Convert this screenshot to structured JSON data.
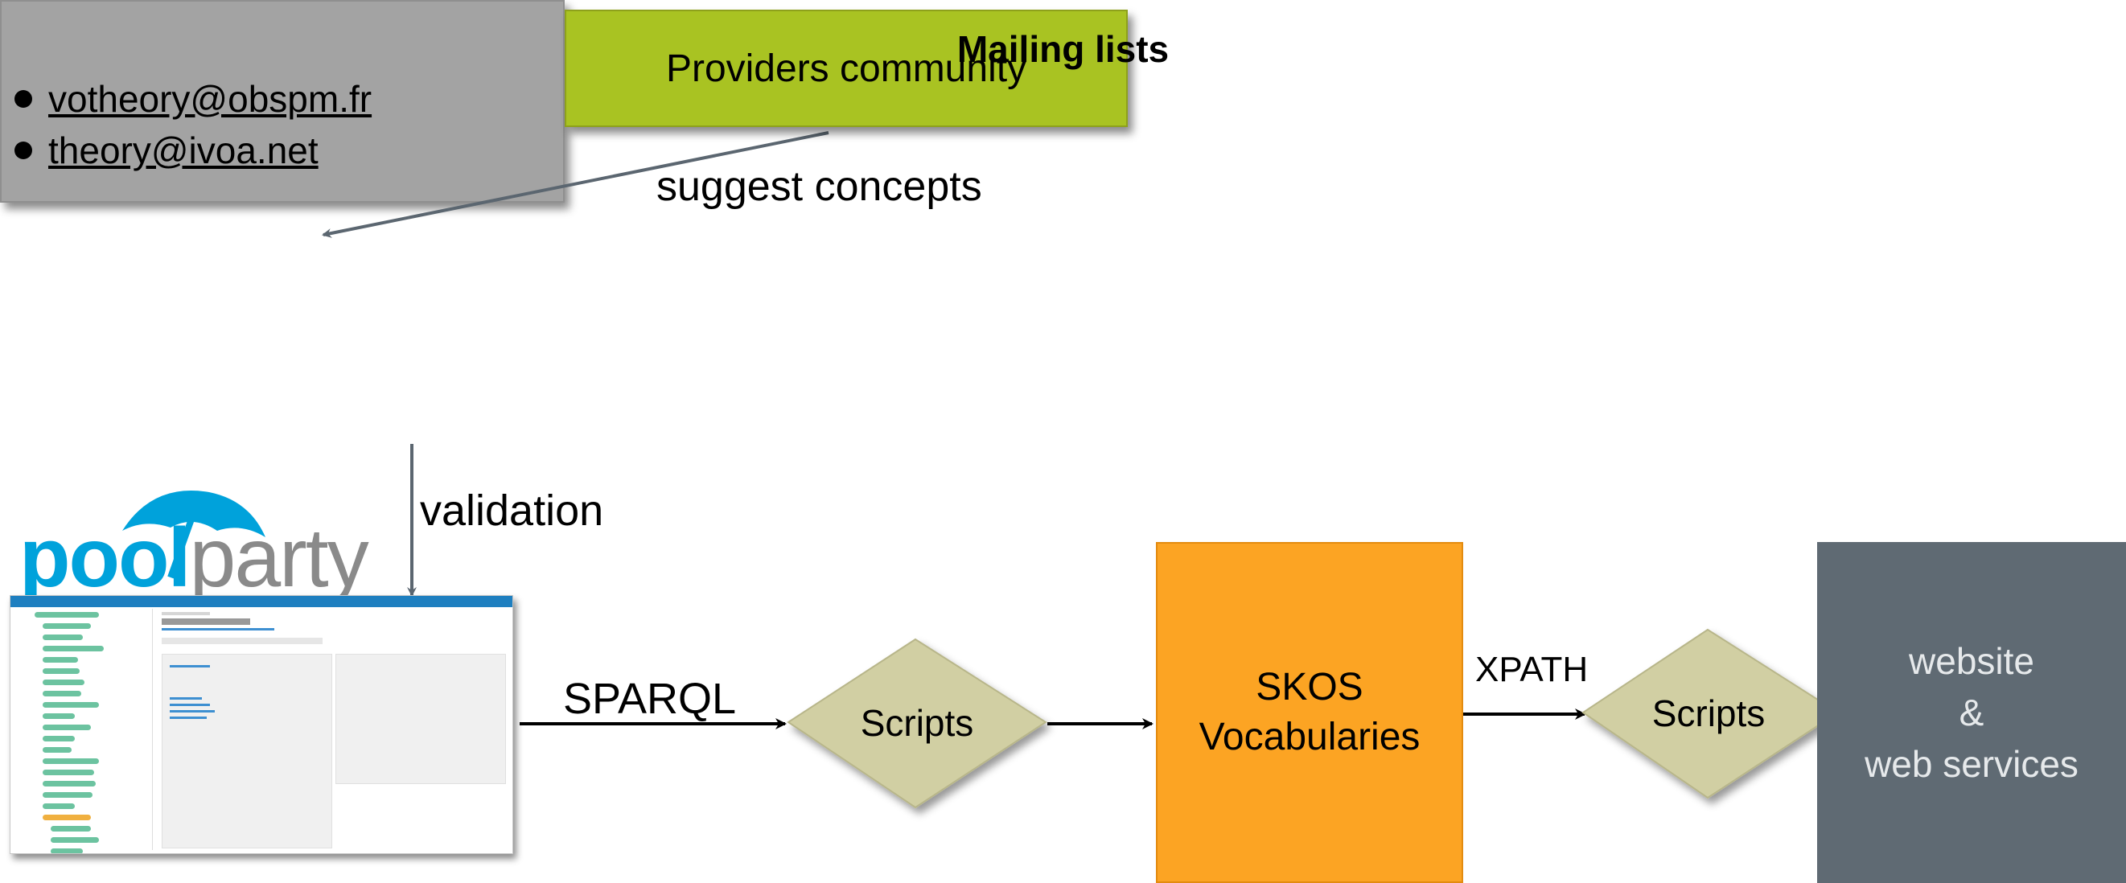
{
  "providers": {
    "label": "Providers community"
  },
  "suggest_label": "suggest concepts",
  "mailing": {
    "title": "Mailing lists",
    "items": [
      "votheory@obspm.fr",
      "theory@ivoa.net"
    ]
  },
  "validation_label": "validation",
  "poolparty": {
    "logo_left": "pool",
    "logo_right": "party"
  },
  "sparql_label": "SPARQL",
  "scripts1": {
    "label": "Scripts"
  },
  "skos": {
    "line1": "SKOS",
    "line2": "Vocabularies"
  },
  "xpath_label": "XPATH",
  "scripts2": {
    "label": "Scripts"
  },
  "web": {
    "line1": "website",
    "line2": "&",
    "line3": "web services"
  },
  "colors": {
    "providers": "#a9c322",
    "mailing": "#a3a3a3",
    "diamond": "#d1cfa3",
    "skos": "#fca423",
    "web": "#5f6a73",
    "connector": "#5b6670",
    "poolparty_blue": "#00a2db",
    "poolparty_grey": "#8a8a8a"
  }
}
